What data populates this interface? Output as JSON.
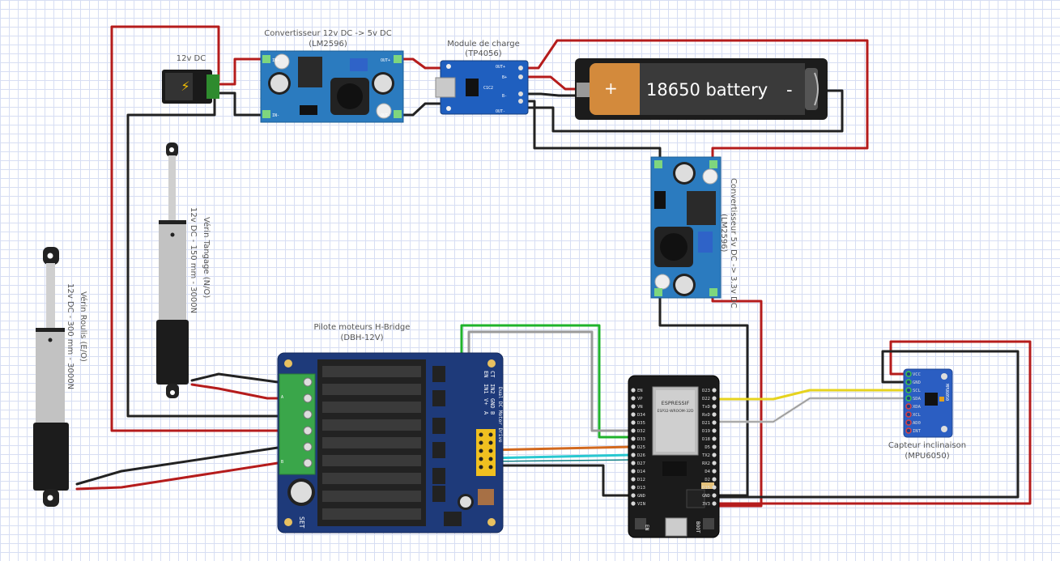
{
  "labels": {
    "dc_jack": "12v DC",
    "conv12": "Convertisseur 12v DC -> 5v DC",
    "conv12_sub": "(LM2596)",
    "charge": "Module de charge",
    "charge_sub": "(TP4056)",
    "battery": "18650 battery",
    "battery_plus": "+",
    "battery_minus": "-",
    "conv5": "Convertisseur 5v DC -> 3.3v DC",
    "conv5_sub": "(LM2596)",
    "tangage": "Vérin Tangage (N/O)",
    "tangage_sub": "12v DC - 150 mm - 3000N",
    "roulis": "Vérin Roulis (E/O)",
    "roulis_sub": "12v DC - 300 mm - 3000N",
    "hbridge": "Pilote moteurs H-Bridge",
    "hbridge_sub": "(DBH-12V)",
    "hbridge_board": "Dual DC Motor Drive",
    "hbridge_set": "SET",
    "hbridge_pins": [
      "CT",
      "EN",
      "IN2",
      "IN1",
      "GND",
      "V+",
      "B",
      "A"
    ],
    "esp_brand": "ESPRESSIF",
    "esp_module": "ESP32-WROOM-32D",
    "esp_en": "EN",
    "esp_boot": "BOOT",
    "esp_pins_left": [
      "EN",
      "VP",
      "VN",
      "D34",
      "D35",
      "D32",
      "D33",
      "D25",
      "D26",
      "D27",
      "D14",
      "D12",
      "D13",
      "GND",
      "VIN"
    ],
    "esp_pins_right": [
      "D23",
      "D22",
      "TxD",
      "RxD",
      "D21",
      "D19",
      "D18",
      "D5",
      "TX2",
      "RX2",
      "D4",
      "D2",
      "D15",
      "GND",
      "3V3"
    ],
    "mpu": "Capteur inclinaison",
    "mpu_sub": "(MPU6050)",
    "mpu_pins": [
      "VCC",
      "GND",
      "SCL",
      "SDA",
      "XDA",
      "XCL",
      "AD0",
      "INT"
    ],
    "mpu_chip": "MPU6050",
    "pcb_in_plus": "IN+",
    "pcb_in_minus": "IN-",
    "pcb_out_plus": "OUT+",
    "pcb_out_minus": "OUT-",
    "hb_terminals": [
      "A",
      "B"
    ]
  }
}
